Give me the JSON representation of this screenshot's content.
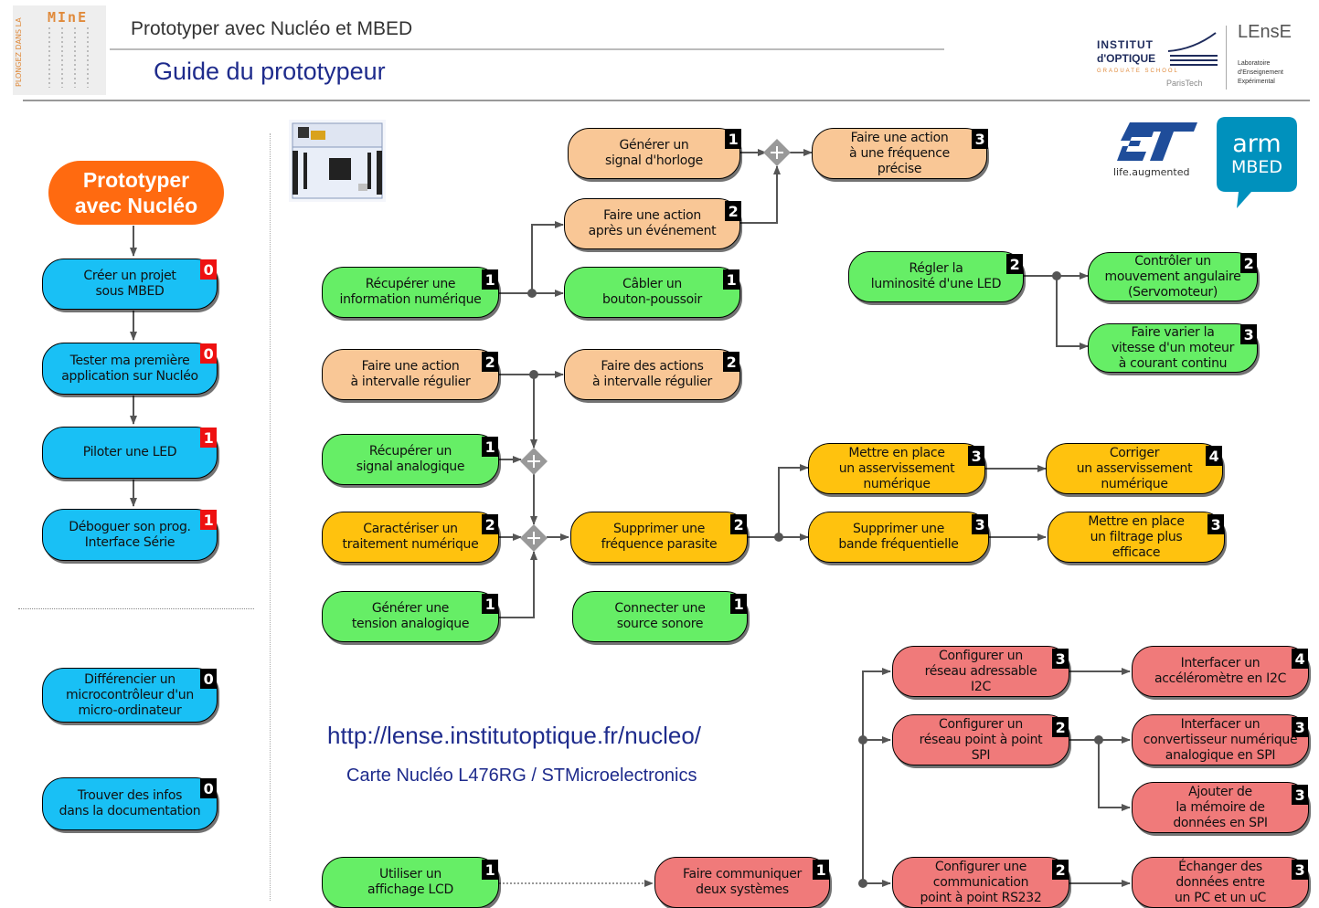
{
  "header": {
    "title": "Prototyper avec Nucléo et MBED",
    "subtitle": "Guide du prototypeur"
  },
  "logos": {
    "mine": {
      "title": "MInE",
      "side": "PLONGEZ DANS LA"
    },
    "institut": {
      "line1": "INSTITUT",
      "line2": "d'OPTIQUE",
      "sub": "GRADUATE SCHOOL",
      "sub2": "ParisTech"
    },
    "lense": {
      "title": "LEnsE",
      "sub": "Laboratoire d'Enseignement Expérimental"
    },
    "st": {
      "tagline": "life.augmented"
    },
    "arm": {
      "line1": "arm",
      "line2": "MBED"
    }
  },
  "colors": {
    "green": "#66ee66",
    "peach": "#f9c796",
    "gold": "#ffc20e",
    "red": "#f07a7a",
    "blue": "#19c0f5",
    "orange": "#ff6a10",
    "badge_red": "#ee1111"
  },
  "sidebar": {
    "title": "Prototyper\navec Nucléo",
    "items": [
      {
        "label": "Créer un projet\nsous MBED",
        "level": "0"
      },
      {
        "label": "Tester ma première\napplication sur Nucléo",
        "level": "0"
      },
      {
        "label": "Piloter une LED",
        "level": "1"
      },
      {
        "label": "Déboguer son prog.\nInterface Série",
        "level": "1"
      }
    ],
    "extra": [
      {
        "label": "Différencier un\nmicrocontrôleur d'un\nmicro-ordinateur",
        "level": "0"
      },
      {
        "label": "Trouver des infos\ndans la documentation",
        "level": "0"
      }
    ]
  },
  "nodes": {
    "generer_horloge": {
      "label": "Générer un\nsignal d'horloge",
      "level": "1"
    },
    "action_frequence": {
      "label": "Faire une action\nà une fréquence précise",
      "level": "3"
    },
    "action_evenement": {
      "label": "Faire une action\naprès un événement",
      "level": "2"
    },
    "recuperer_numerique": {
      "label": "Récupérer une\ninformation numérique",
      "level": "1"
    },
    "cabler_bouton": {
      "label": "Câbler un\nbouton-poussoir",
      "level": "1"
    },
    "regler_luminosite": {
      "label": "Régler la\nluminosité d'une LED",
      "level": "2"
    },
    "controler_mouvement": {
      "label": "Contrôler un\nmouvement angulaire\n(Servomoteur)",
      "level": "2"
    },
    "varier_vitesse": {
      "label": "Faire varier la\nvitesse d'un moteur\nà courant continu",
      "level": "3"
    },
    "action_intervalle": {
      "label": "Faire une action\nà intervalle régulier",
      "level": "2"
    },
    "actions_intervalle": {
      "label": "Faire des actions\nà intervalle régulier",
      "level": "2"
    },
    "recuperer_analogique": {
      "label": "Récupérer un\nsignal analogique",
      "level": "1"
    },
    "caracteriser": {
      "label": "Caractériser un\ntraitement numérique",
      "level": "2"
    },
    "supprimer_frequence": {
      "label": "Supprimer une\nfréquence parasite",
      "level": "2"
    },
    "asservissement": {
      "label": "Mettre en place\nun asservissement\nnumérique",
      "level": "3"
    },
    "corriger": {
      "label": "Corriger\nun asservissement\nnumérique",
      "level": "4"
    },
    "supprimer_bande": {
      "label": "Supprimer une\nbande fréquentielle",
      "level": "3"
    },
    "filtrage": {
      "label": "Mettre en place\nun filtrage plus\nefficace",
      "level": "3"
    },
    "generer_tension": {
      "label": "Générer une\ntension analogique",
      "level": "1"
    },
    "connecter_son": {
      "label": "Connecter une\nsource sonore",
      "level": "1"
    },
    "config_i2c": {
      "label": "Configurer un\nréseau adressable\nI2C",
      "level": "3"
    },
    "accelerometre": {
      "label": "Interfacer un\naccéléromètre en I2C",
      "level": "4"
    },
    "config_spi": {
      "label": "Configurer un\nréseau point à point\nSPI",
      "level": "2"
    },
    "convertisseur": {
      "label": "Interfacer un\nconvertisseur numérique\nanalogique en SPI",
      "level": "3"
    },
    "memoire": {
      "label": "Ajouter de\nla mémoire de\ndonnées en SPI",
      "level": "3"
    },
    "lcd": {
      "label": "Utiliser un\naffichage LCD",
      "level": "1"
    },
    "communiquer": {
      "label": "Faire communiquer\ndeux systèmes",
      "level": "1"
    },
    "rs232": {
      "label": "Configurer une\ncommunication\npoint à point RS232",
      "level": "2"
    },
    "echanger": {
      "label": "Échanger des\ndonnées entre\nun PC et un uC",
      "level": "3"
    }
  },
  "footer": {
    "url": "http://lense.institutoptique.fr/nucleo/",
    "board": "Carte Nucléo L476RG / STMicroelectronics"
  }
}
